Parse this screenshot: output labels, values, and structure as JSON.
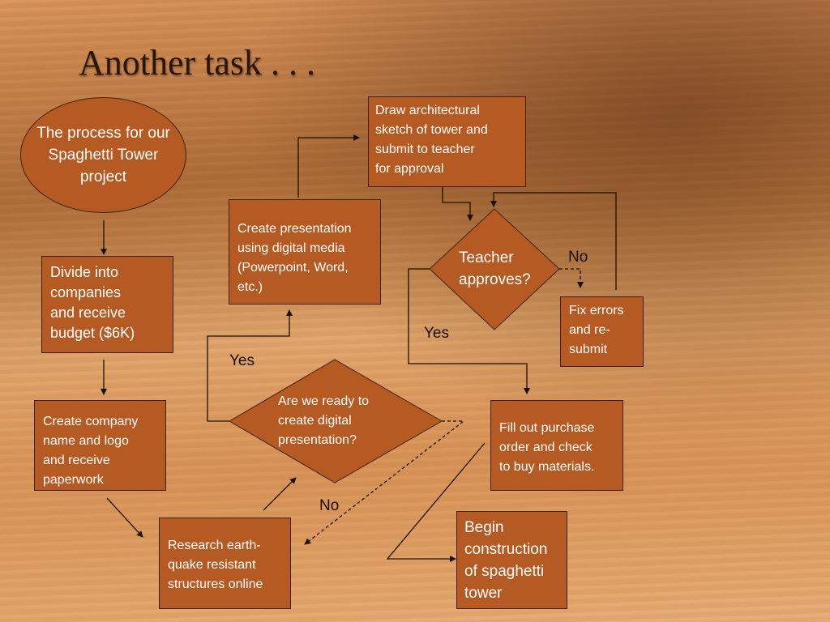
{
  "slide": {
    "title": "Another task . . ."
  },
  "nodes": {
    "start": "The process for our Spaghetti Tower project",
    "divide": "Divide into\ncompanies\nand receive\nbudget ($6K)",
    "company": "Create company\nname and logo\nand receive\npaperwork",
    "research": "Research earth-\nquake resistant\nstructures online",
    "ready": "Are we ready to\ncreate digital\npresentation?",
    "presentation": "Create presentation\nusing digital media\n(Powerpoint, Word,\netc.)",
    "sketch": "Draw architectural\nsketch of tower and\nsubmit to teacher\nfor approval",
    "approves": "Teacher\napproves?",
    "fix": "Fix errors\nand re-\nsubmit",
    "purchase": "Fill out purchase\norder and check\nto buy materials.",
    "construction": "Begin\nconstruction\nof spaghetti\ntower"
  },
  "edge_labels": {
    "ready_yes": "Yes",
    "ready_no": "No",
    "approves_yes": "Yes",
    "approves_no": "No"
  },
  "colors": {
    "node_fill": "#b55a22",
    "node_border": "#3e2210",
    "line": "#1e1008"
  }
}
